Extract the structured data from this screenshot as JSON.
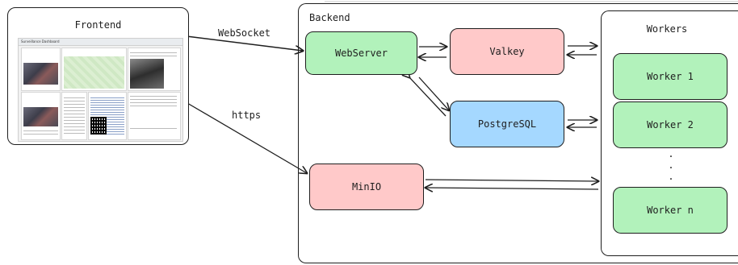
{
  "frontend": {
    "title": "Frontend",
    "screenshot_header": "Surveillance Dashboard"
  },
  "backend": {
    "title": "Backend"
  },
  "workers_group": {
    "title": "Workers"
  },
  "nodes": {
    "webserver": "WebServer",
    "valkey": "Valkey",
    "postgresql": "PostgreSQL",
    "minio": "MinIO",
    "worker1": "Worker 1",
    "worker2": "Worker 2",
    "workern": "Worker n",
    "ellipsis": ".\n.\n."
  },
  "edges": {
    "websocket": "WebSocket",
    "https": "https"
  },
  "colors": {
    "green": "#b2f2bb",
    "red": "#ffc9c9",
    "blue": "#a5d8ff",
    "stroke": "#1e1e1e"
  }
}
